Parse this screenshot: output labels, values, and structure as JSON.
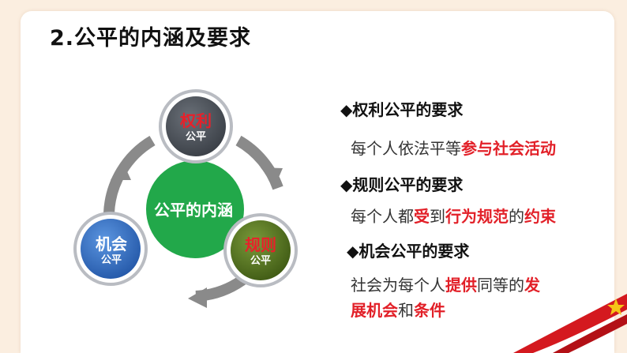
{
  "title": "2.公平的内涵及要求",
  "diagram": {
    "center": "公平的内涵",
    "nodes": {
      "right": {
        "main": "权利",
        "sub": "公平"
      },
      "opportunity": {
        "main": "机会",
        "sub": "公平"
      },
      "rule": {
        "main": "规则",
        "sub": "公平"
      }
    }
  },
  "sections": {
    "right": {
      "heading": "◆权利公平的要求",
      "body_plain": "每个人依法平等",
      "body_hl": "参与社会活动"
    },
    "rule": {
      "heading": "◆规则公平的要求",
      "p1": "每个人都",
      "h1": "受",
      "p2": "到",
      "h2": "行为规范",
      "p3": "的",
      "h3": "约束"
    },
    "opportunity": {
      "heading": "◆机会公平的要求",
      "p1": "社会为每个人",
      "h1": "提供",
      "p2": "同等的",
      "h2": "发",
      "h3": "展机会",
      "p3": "和",
      "h4": "条件"
    }
  },
  "colors": {
    "highlight": "#e22028",
    "center_green": "#22a84a",
    "node_dark": "#4a5058",
    "node_blue": "#2f6fc4",
    "node_olive": "#5a7a22",
    "ring_grey": "#8a8a8a",
    "background": "#fbeee0"
  }
}
